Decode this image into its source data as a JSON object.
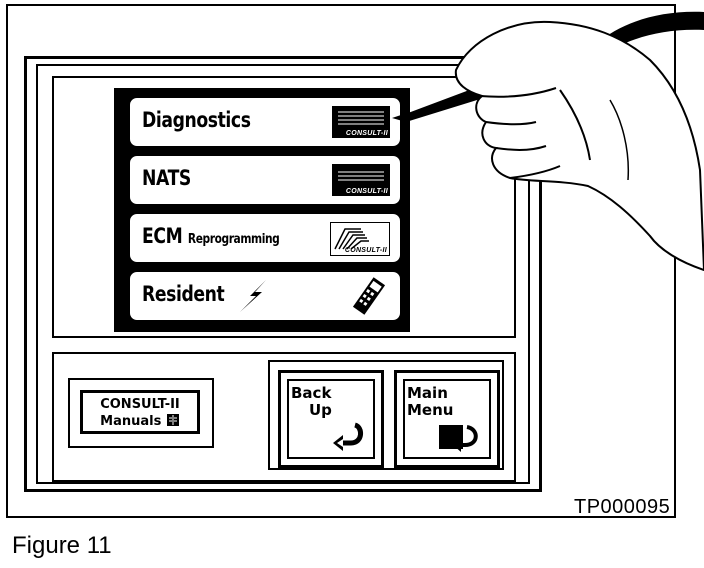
{
  "menu": {
    "items": [
      {
        "label": "Diagnostics",
        "logo": "CONSULT-II"
      },
      {
        "label": "NATS",
        "logo": "CONSULT-II"
      },
      {
        "label": "ECM",
        "sublabel": "Reprogramming",
        "logo": "CONSULT-II"
      },
      {
        "label": "Resident"
      }
    ]
  },
  "manuals": {
    "line1": "CONSULT-II",
    "line2": "Manuals"
  },
  "nav": {
    "back_line1": "Back",
    "back_line2": "Up",
    "main_line1": "Main",
    "main_line2": "Menu"
  },
  "figure": {
    "code": "TP000095",
    "caption": "Figure 11"
  }
}
